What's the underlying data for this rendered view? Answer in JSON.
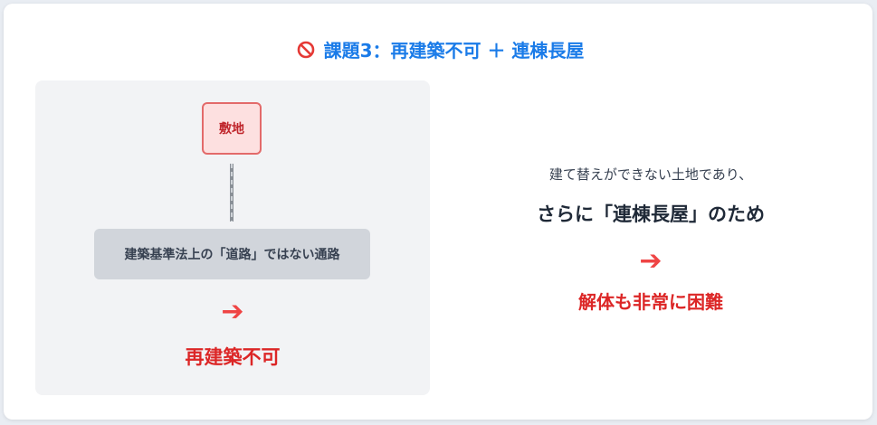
{
  "title": {
    "icon": "prohibited-icon",
    "text": "課題3：再建築不可 ＋ 連棟長屋"
  },
  "left": {
    "site_label": "敷地",
    "road_label": "建築基準法上の「道路」ではない通路",
    "arrow": "➔",
    "result": "再建築不可"
  },
  "right": {
    "line1": "建て替えができない土地であり、",
    "line2": "さらに「連棟長屋」のため",
    "arrow": "➔",
    "result": "解体も非常に困難"
  },
  "colors": {
    "title": "#1a7be8",
    "accent_red": "#dc2626",
    "site_fill": "#fde0e0",
    "site_border": "#e36a6a",
    "road_fill": "#d1d5db",
    "panel_bg": "#f2f3f5"
  }
}
